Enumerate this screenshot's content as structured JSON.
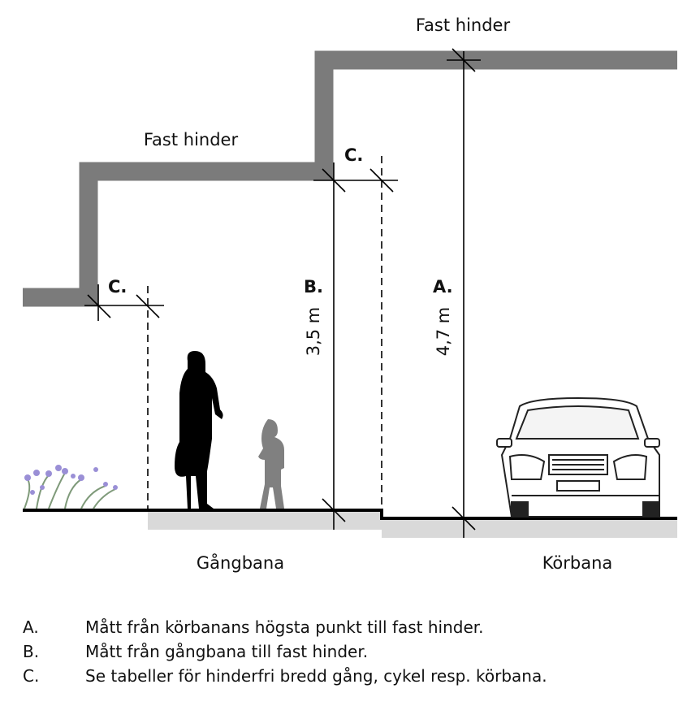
{
  "labels": {
    "obstacle_top": "Fast hinder",
    "obstacle_mid": "Fast hinder",
    "c_left": "C.",
    "c_right": "C.",
    "b": "B.",
    "a": "A.",
    "b_value": "3,5 m",
    "a_value": "4,7 m",
    "sidewalk": "Gångbana",
    "roadway": "Körbana"
  },
  "legend": [
    {
      "key": "A.",
      "text": "Mått från körbanans högsta punkt till fast hinder."
    },
    {
      "key": "B.",
      "text": "Mått från gångbana till fast hinder."
    },
    {
      "key": "C.",
      "text": "Se tabeller för hinderfri bredd gång, cykel resp. körbana."
    }
  ],
  "colors": {
    "obstacle": "#7b7b7b",
    "ground_fill": "#d9d9d9",
    "child": "#808080",
    "flowers": "#9a8fd6"
  }
}
